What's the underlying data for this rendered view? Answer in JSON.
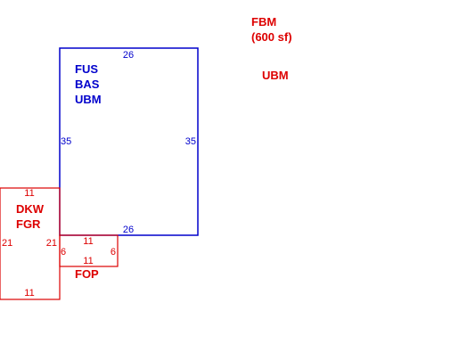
{
  "colors": {
    "blue": "#0000cc",
    "red": "#dd0000"
  },
  "notes": {
    "fbm_line1": "FBM",
    "fbm_line2": "(600 sf)",
    "ubm_right": "UBM"
  },
  "main_area": {
    "labels": [
      "FUS",
      "BAS",
      "UBM"
    ],
    "dims": {
      "top": "26",
      "bottom": "26",
      "left": "35",
      "right": "35"
    }
  },
  "deck_area": {
    "labels": [
      "DKW",
      "FGR"
    ],
    "dims": {
      "top": "11",
      "bottom": "11",
      "left": "21",
      "right": "21"
    }
  },
  "porch_area": {
    "label": "FOP",
    "dims": {
      "top": "11",
      "bottom": "11",
      "left": "6",
      "right": "6"
    }
  }
}
